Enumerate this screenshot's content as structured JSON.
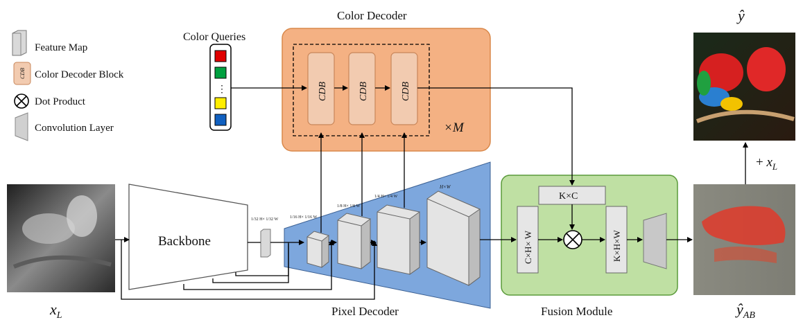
{
  "colors": {
    "color_decoder_fill": "#f4b183",
    "color_decoder_stroke": "#d9884a",
    "cdb_fill": "#f2cbb0",
    "pixel_decoder_fill": "#7da7dd",
    "fusion_fill": "#bfe0a3",
    "fusion_stroke": "#5a9a3a",
    "query_colors": [
      "#e00000",
      "#00a040",
      "#ffee00",
      "#1060c0"
    ]
  },
  "legend": {
    "feature_map": "Feature Map",
    "cdb_icon_text": "CDB",
    "color_decoder_block": "Color Decoder Block",
    "dot_product": "Dot Product",
    "convolution_layer": "Convolution Layer"
  },
  "color_queries": {
    "title": "Color Queries",
    "ellipsis": "⋮"
  },
  "color_decoder": {
    "title": "Color Decoder",
    "blocks": [
      "CDB",
      "CDB",
      "CDB"
    ],
    "repeat": "×M"
  },
  "backbone": {
    "label": "Backbone"
  },
  "scales": {
    "backbone_out": "1/32 H× 1/32 W",
    "s16": "1/16 H× 1/16 W",
    "s8": "1/8 H× 1/8 W",
    "s4": "1/4 H× 1/4 W",
    "full": "H×W"
  },
  "pixel_decoder": {
    "label": "Pixel Decoder"
  },
  "fusion": {
    "label": "Fusion Module",
    "kc": "K×C",
    "chw": "C×H× W",
    "khw": "K×H×W"
  },
  "images": {
    "input": "x_L",
    "output": "ŷ_AB",
    "final": "ŷ",
    "plus": "+ x_L"
  }
}
